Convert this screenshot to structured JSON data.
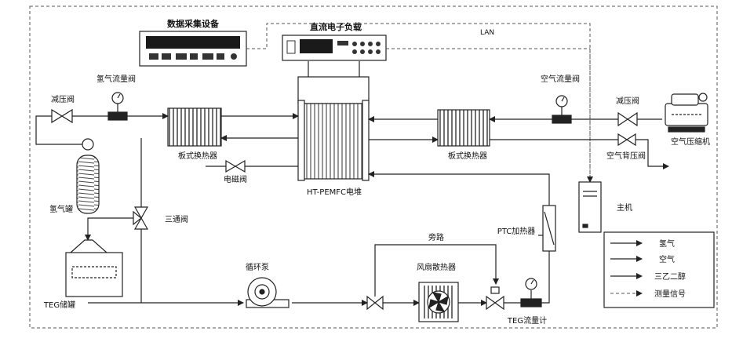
{
  "labels": {
    "daq": "数据采集设备",
    "dc_load": "直流电子负载",
    "lan": "LAN",
    "h2_flow_valve": "氢气流量阀",
    "reducer_left": "减压阀",
    "plate_hx_left": "板式换热器",
    "solenoid": "电磁阀",
    "stack": "HT-PEMFC电堆",
    "plate_hx_right": "板式换热器",
    "air_flow_valve": "空气流量阀",
    "reducer_right": "减压阀",
    "air_compressor": "空气压缩机",
    "air_back_valve": "空气背压阀",
    "h2_tank": "氢气罐",
    "three_way": "三通阀",
    "host": "主机",
    "tegdme_tank": "TEG储罐",
    "pump": "循环泵",
    "bypass": "旁路",
    "fan_hx": "风扇散热器",
    "ptc": "PTC加热器",
    "teg_flowmeter": "TEG流量计"
  },
  "legend": [
    {
      "label": "氢气",
      "style": "arrow"
    },
    {
      "label": "空气",
      "style": "arrow"
    },
    {
      "label": "三乙二醇",
      "style": "arrow"
    },
    {
      "label": "测量信号",
      "style": "dashed"
    }
  ],
  "colors": {
    "line": "#222222",
    "frame": "#555555",
    "panel": "#1a1a1a"
  }
}
